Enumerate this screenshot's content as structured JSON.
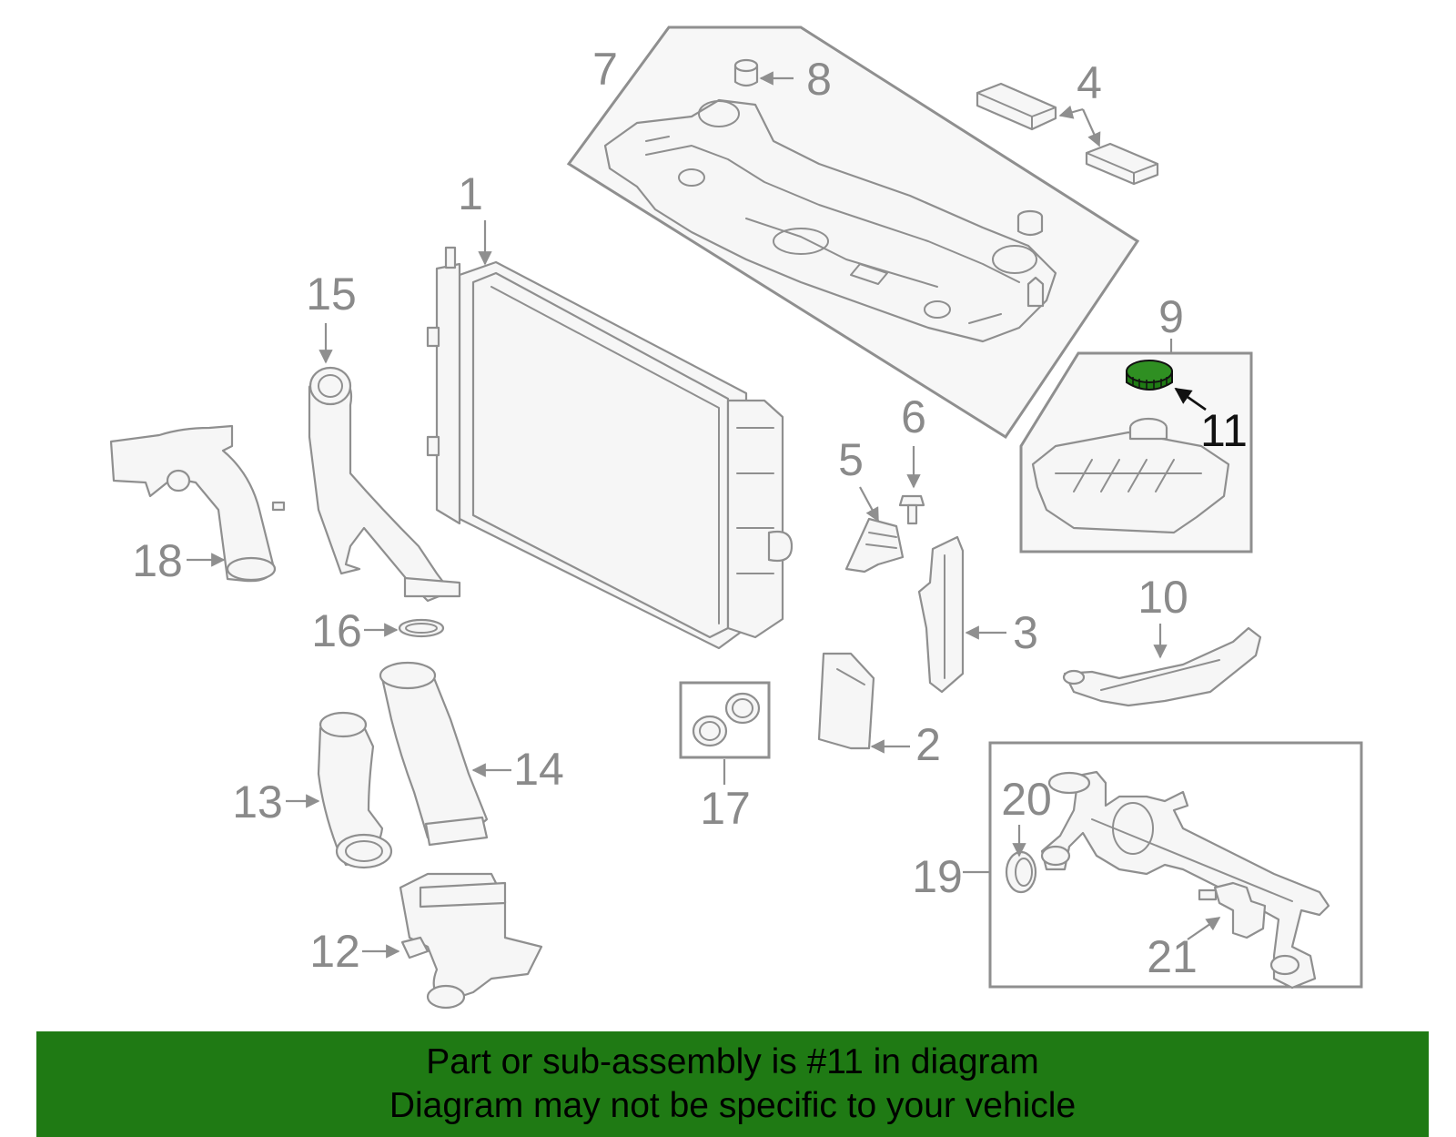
{
  "callouts": {
    "c1": "1",
    "c2": "2",
    "c3": "3",
    "c4": "4",
    "c5": "5",
    "c6": "6",
    "c7": "7",
    "c8": "8",
    "c9": "9",
    "c10": "10",
    "c11": "11",
    "c12": "12",
    "c13": "13",
    "c14": "14",
    "c15": "15",
    "c16": "16",
    "c17": "17",
    "c18": "18",
    "c19": "19",
    "c20": "20",
    "c21": "21"
  },
  "highlight": {
    "part_number": "11",
    "color": "#1f7a14"
  },
  "colors": {
    "line_art": "#8f8f8f",
    "banner": "#1f7a14",
    "highlighted_part": "#1f7a14"
  },
  "banner": {
    "line1": "Part or sub-assembly is #11 in diagram",
    "line2": "Diagram may not be specific to your vehicle"
  }
}
